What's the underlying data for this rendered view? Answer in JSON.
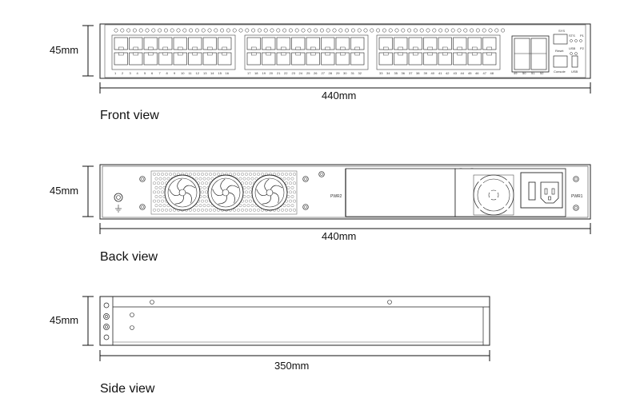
{
  "dimensions": {
    "height": "45mm",
    "width": "440mm",
    "depth": "350mm"
  },
  "views": {
    "front": "Front view",
    "back": "Back view",
    "side": "Side view"
  },
  "front_panel": {
    "port_numbers": [
      "1",
      "2",
      "3",
      "4",
      "5",
      "6",
      "7",
      "8",
      "9",
      "10",
      "11",
      "12",
      "13",
      "14",
      "15",
      "16",
      "17",
      "18",
      "19",
      "20",
      "21",
      "22",
      "23",
      "24",
      "25",
      "26",
      "27",
      "28",
      "29",
      "30",
      "31",
      "32",
      "33",
      "34",
      "35",
      "36",
      "37",
      "38",
      "39",
      "40",
      "41",
      "42",
      "43",
      "44",
      "45",
      "46",
      "47",
      "48"
    ],
    "sfp_numbers": [
      "49",
      "50",
      "51",
      "52"
    ],
    "labels": {
      "sys": "SYS",
      "status": "STS",
      "p1": "P1",
      "p2": "P2",
      "reset": "Reset",
      "console": "Console",
      "usb": "USB"
    }
  },
  "back_panel": {
    "pwr2": "PWR2",
    "pwr1": "PWR1"
  }
}
